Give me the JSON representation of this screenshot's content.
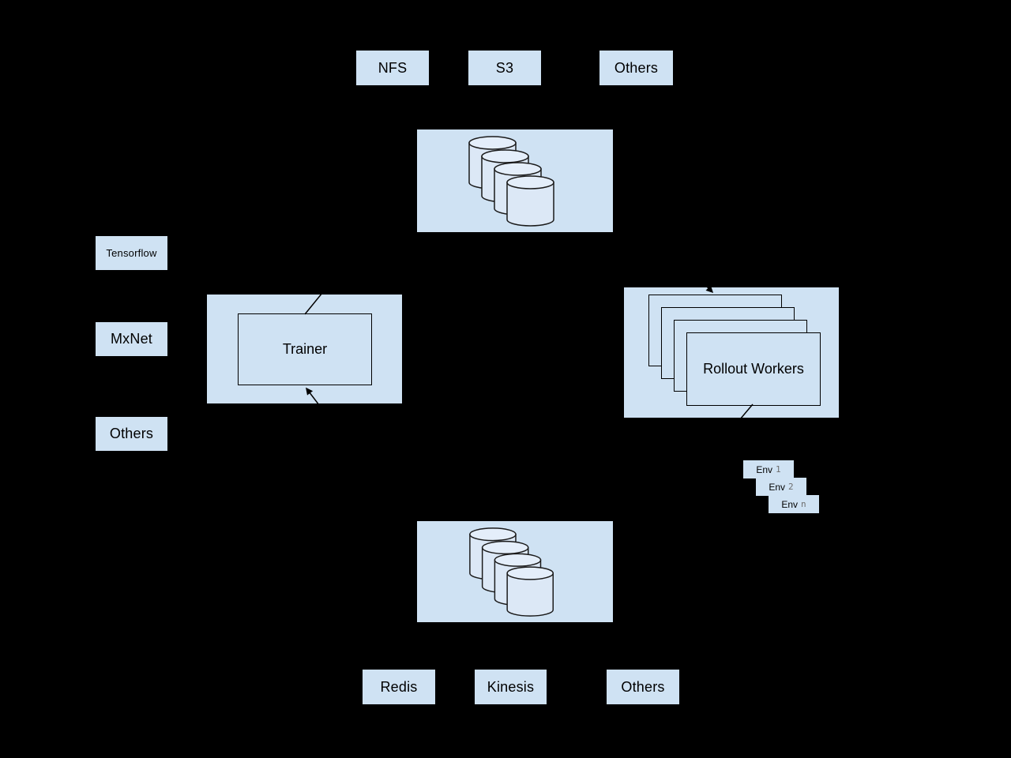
{
  "colors": {
    "background": "#000000",
    "node_fill": "#cfe2f3",
    "cylinder_fill": "#dce8f6",
    "cylinder_top_fill": "#e4eefa",
    "stroke": "#000000",
    "env_number_color": "#6e6e6e"
  },
  "storage_row": [
    {
      "label": "NFS"
    },
    {
      "label": "S3"
    },
    {
      "label": "Others"
    }
  ],
  "model_store": {
    "icon": "database-cluster-icon"
  },
  "framework_column": [
    {
      "label": "Tensorflow"
    },
    {
      "label": "MxNet"
    },
    {
      "label": "Others"
    }
  ],
  "trainer": {
    "label": "Trainer"
  },
  "rollout_workers": {
    "label": "Rollout Workers"
  },
  "environments": [
    {
      "name": "Env",
      "index": "1"
    },
    {
      "name": "Env",
      "index": "2"
    },
    {
      "name": "Env",
      "index": "n"
    }
  ],
  "data_store": {
    "icon": "database-cluster-icon"
  },
  "transport_row": [
    {
      "label": "Redis"
    },
    {
      "label": "Kinesis"
    },
    {
      "label": "Others"
    }
  ]
}
